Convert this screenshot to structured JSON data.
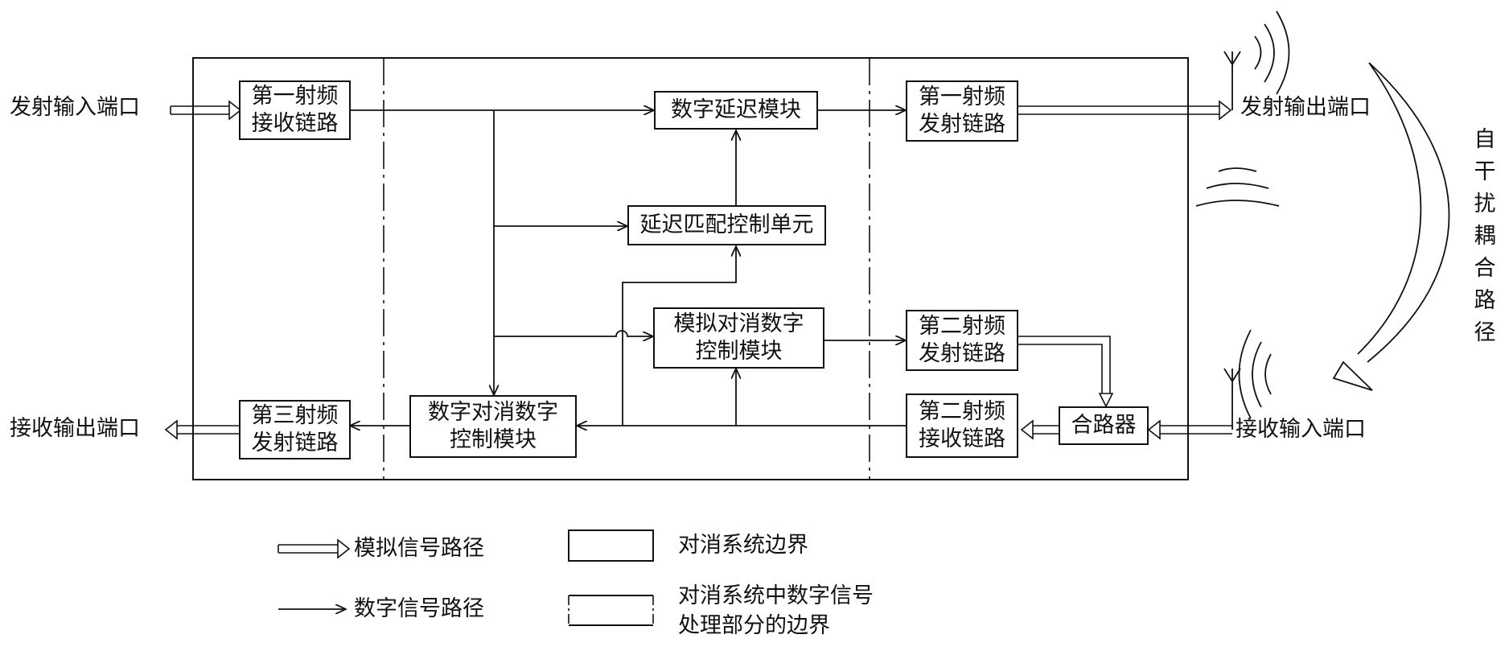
{
  "ports": {
    "tx_input": "发射输入端口",
    "tx_output": "发射输出端口",
    "rx_output": "接收输出端口",
    "rx_input": "接收输入端口"
  },
  "coupling_path_label": "自干扰耦合路径",
  "blocks": {
    "rf_rx_1": [
      "第一射频",
      "接收链路"
    ],
    "rf_tx_3": [
      "第三射频",
      "发射链路"
    ],
    "digital_delay": [
      "数字延迟模块"
    ],
    "delay_match_ctrl": [
      "延迟匹配控制单元"
    ],
    "analog_cancel_ctrl": [
      "模拟对消数字",
      "控制模块"
    ],
    "digital_cancel_ctrl": [
      "数字对消数字",
      "控制模块"
    ],
    "rf_tx_1": [
      "第一射频",
      "发射链路"
    ],
    "rf_tx_2": [
      "第二射频",
      "发射链路"
    ],
    "rf_rx_2": [
      "第二射频",
      "接收链路"
    ],
    "combiner": [
      "合路器"
    ]
  },
  "legend": {
    "analog_path": "模拟信号路径",
    "digital_path": "数字信号路径",
    "system_boundary": "对消系统边界",
    "digital_boundary": [
      "对消系统中数字信号",
      "处理部分的边界"
    ]
  },
  "colors": {
    "line": "#111111",
    "background": "#ffffff"
  }
}
